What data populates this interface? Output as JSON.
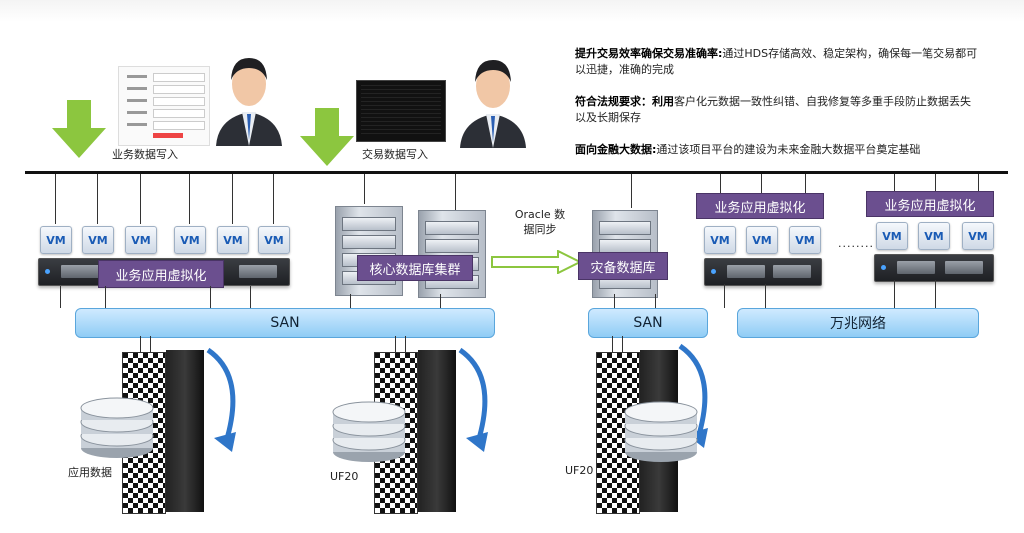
{
  "top_left": {
    "label_business_write": "业务数据写入",
    "label_trade_write": "交易数据写入"
  },
  "notes": [
    {
      "head": "提升交易效率确保交易准确率:",
      "text": "通过HDS存储高效、稳定架构，确保每一笔交易都可以迅捷，准确的完成"
    },
    {
      "head": "符合法规要求：利用",
      "text": "客户化元数据一致性纠错、自我修复等多重手段防止数据丢失以及长期保存"
    },
    {
      "head": "面向金融大数据:",
      "text": "通过该项目平台的建设为未来金融大数据平台奠定基础"
    }
  ],
  "vm_label": "VM",
  "boxes": {
    "virt_left": "业务应用虚拟化",
    "core_db_cluster": "核心数据库集群",
    "backup_db": "灾备数据库",
    "virt_mid": "业务应用虚拟化",
    "virt_right": "业务应用虚拟化"
  },
  "oracle_sync": [
    "Oracle 数",
    "据同步"
  ],
  "ellipsis": "········",
  "networks": {
    "san_main": "SAN",
    "san_backup": "SAN",
    "ten_gig": "万兆网络"
  },
  "storage_labels": {
    "app_data": "应用数据",
    "uf20_main": "UF20",
    "uf20_backup": "UF20"
  },
  "colors": {
    "purple": "#6b4f8f",
    "network_blue": "#8fccf5",
    "arrow_green": "#8cc63f"
  }
}
